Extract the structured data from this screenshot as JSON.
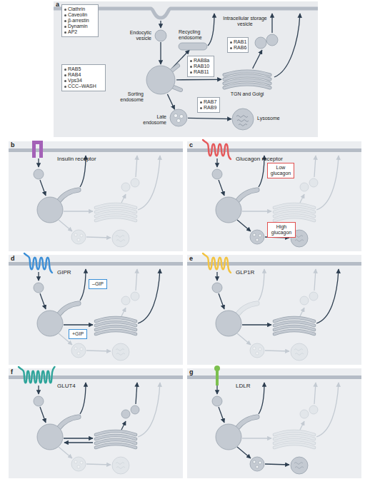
{
  "diagram": {
    "nodes": [
      {
        "text": [
          "Clathrin",
          "Caveolin",
          "β-arrestin",
          "Dynamin",
          "AP2"
        ]
      },
      {
        "text": [
          "Endocytic vesicle"
        ]
      },
      {
        "text": [
          "Intracellular storage vesicle"
        ]
      },
      {
        "text": [
          "Recycling endosome"
        ]
      },
      {
        "text": [
          "RAB1",
          "RAB6"
        ]
      },
      {
        "text": [
          "RAB8a",
          "RAB10",
          "RAB11"
        ]
      },
      {
        "text": [
          "RAB5",
          "RAB4",
          "Vps34",
          "CCC–WASH"
        ]
      },
      {
        "text": [
          "Sorting endosome"
        ]
      },
      {
        "text": [
          "TGN and Golgi"
        ]
      },
      {
        "text": [
          "RAB7",
          "RAB9"
        ]
      },
      {
        "text": [
          "Late endosome"
        ]
      },
      {
        "text": [
          "Lysosome"
        ]
      },
      {
        "text": [
          "Low glucagon"
        ]
      },
      {
        "text": [
          "High glucagon"
        ]
      },
      {
        "text": [
          "–GIP"
        ]
      },
      {
        "text": [
          "+GIP"
        ]
      }
    ],
    "edges": [
      {
        "from": 1,
        "to": 7,
        "arrow": "to"
      },
      {
        "from": 7,
        "to": 3,
        "arrow": "to"
      },
      {
        "from": 7,
        "to": 8,
        "arrow": "to"
      },
      {
        "from": 8,
        "to": 2,
        "arrow": "to"
      },
      {
        "from": 7,
        "to": 10,
        "arrow": "to"
      },
      {
        "from": 10,
        "to": 11,
        "arrow": "to"
      }
    ],
    "labels": [
      "a",
      "b",
      "Insulin receptor",
      "c",
      "Glucagon receptor",
      "d",
      "GIPR",
      "e",
      "GLP1R",
      "f",
      "GLUT4",
      "g",
      "LDLR"
    ]
  }
}
